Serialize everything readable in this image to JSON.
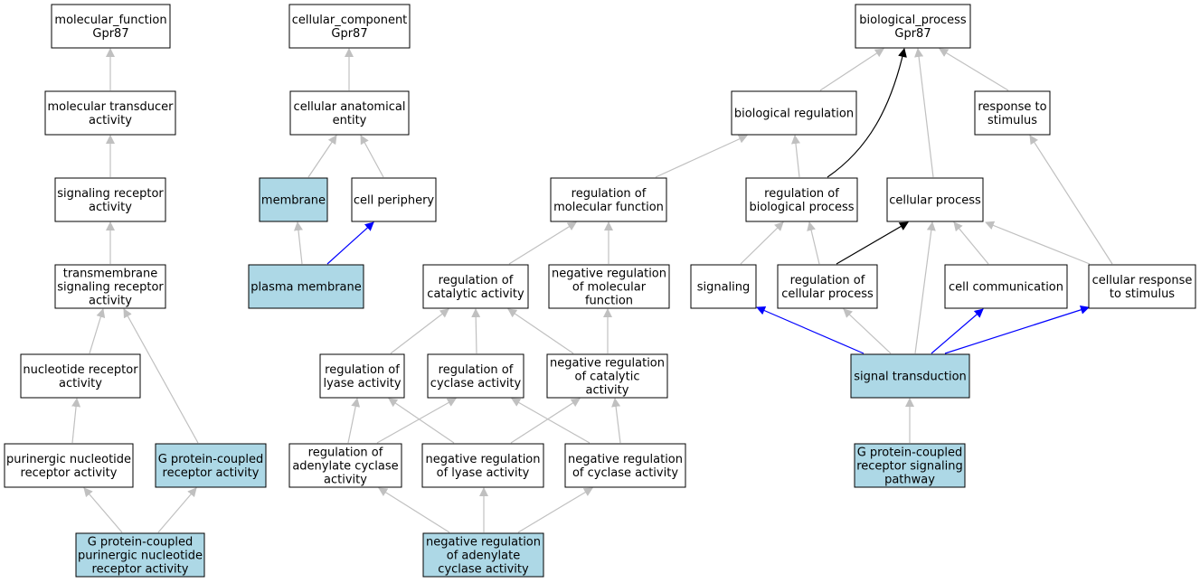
{
  "colors": {
    "default_fill": "#ffffff",
    "highlight_fill": "#add8e6",
    "edge_default": "#c0c0c0",
    "edge_blue": "#0000ff",
    "edge_black": "#000000"
  },
  "nodes": [
    {
      "id": "mf_root",
      "lines": [
        "molecular_function",
        "Gpr87"
      ],
      "highlight": false
    },
    {
      "id": "mol_transducer",
      "lines": [
        "molecular transducer",
        "activity"
      ],
      "highlight": false
    },
    {
      "id": "sig_receptor",
      "lines": [
        "signaling receptor",
        "activity"
      ],
      "highlight": false
    },
    {
      "id": "tm_sig_receptor",
      "lines": [
        "transmembrane",
        "signaling receptor",
        "activity"
      ],
      "highlight": false
    },
    {
      "id": "nuc_receptor",
      "lines": [
        "nucleotide receptor",
        "activity"
      ],
      "highlight": false
    },
    {
      "id": "purinergic_nuc",
      "lines": [
        "purinergic nucleotide",
        "receptor activity"
      ],
      "highlight": false
    },
    {
      "id": "gpcr_activity",
      "lines": [
        "G protein-coupled",
        "receptor activity"
      ],
      "highlight": true
    },
    {
      "id": "gpcr_purinergic",
      "lines": [
        "G protein-coupled",
        "purinergic nucleotide",
        "receptor activity"
      ],
      "highlight": true
    },
    {
      "id": "cc_root",
      "lines": [
        "cellular_component",
        "Gpr87"
      ],
      "highlight": false
    },
    {
      "id": "cell_anat",
      "lines": [
        "cellular anatomical",
        "entity"
      ],
      "highlight": false
    },
    {
      "id": "membrane",
      "lines": [
        "membrane"
      ],
      "highlight": true
    },
    {
      "id": "cell_periphery",
      "lines": [
        "cell periphery"
      ],
      "highlight": false
    },
    {
      "id": "plasma_membrane",
      "lines": [
        "plasma membrane"
      ],
      "highlight": true
    },
    {
      "id": "reg_mol_func",
      "lines": [
        "regulation of",
        "molecular function"
      ],
      "highlight": false
    },
    {
      "id": "reg_cat",
      "lines": [
        "regulation of",
        "catalytic activity"
      ],
      "highlight": false
    },
    {
      "id": "neg_reg_mol_func",
      "lines": [
        "negative regulation",
        "of molecular",
        "function"
      ],
      "highlight": false
    },
    {
      "id": "reg_lyase",
      "lines": [
        "regulation of",
        "lyase activity"
      ],
      "highlight": false
    },
    {
      "id": "reg_cyclase",
      "lines": [
        "regulation of",
        "cyclase activity"
      ],
      "highlight": false
    },
    {
      "id": "neg_reg_cat",
      "lines": [
        "negative regulation",
        "of catalytic",
        "activity"
      ],
      "highlight": false
    },
    {
      "id": "reg_adenylate",
      "lines": [
        "regulation of",
        "adenylate cyclase",
        "activity"
      ],
      "highlight": false
    },
    {
      "id": "neg_reg_lyase",
      "lines": [
        "negative regulation",
        "of lyase activity"
      ],
      "highlight": false
    },
    {
      "id": "neg_reg_cyclase",
      "lines": [
        "negative regulation",
        "of cyclase activity"
      ],
      "highlight": false
    },
    {
      "id": "neg_reg_adenylate",
      "lines": [
        "negative regulation",
        "of adenylate",
        "cyclase activity"
      ],
      "highlight": true
    },
    {
      "id": "bp_root",
      "lines": [
        "biological_process",
        "Gpr87"
      ],
      "highlight": false
    },
    {
      "id": "bio_reg",
      "lines": [
        "biological regulation"
      ],
      "highlight": false
    },
    {
      "id": "resp_stim",
      "lines": [
        "response to",
        "stimulus"
      ],
      "highlight": false
    },
    {
      "id": "reg_bio_proc",
      "lines": [
        "regulation of",
        "biological process"
      ],
      "highlight": false
    },
    {
      "id": "cell_proc",
      "lines": [
        "cellular process"
      ],
      "highlight": false
    },
    {
      "id": "signaling",
      "lines": [
        "signaling"
      ],
      "highlight": false
    },
    {
      "id": "reg_cell_proc",
      "lines": [
        "regulation of",
        "cellular process"
      ],
      "highlight": false
    },
    {
      "id": "cell_comm",
      "lines": [
        "cell communication"
      ],
      "highlight": false
    },
    {
      "id": "cell_resp_stim",
      "lines": [
        "cellular response",
        "to stimulus"
      ],
      "highlight": false
    },
    {
      "id": "sig_transduction",
      "lines": [
        "signal transduction"
      ],
      "highlight": true
    },
    {
      "id": "gpcr_pathway",
      "lines": [
        "G protein-coupled",
        "receptor signaling",
        "pathway"
      ],
      "highlight": true
    }
  ],
  "edges": [
    {
      "from": "mol_transducer",
      "to": "mf_root",
      "style": "default"
    },
    {
      "from": "sig_receptor",
      "to": "mol_transducer",
      "style": "default"
    },
    {
      "from": "tm_sig_receptor",
      "to": "sig_receptor",
      "style": "default"
    },
    {
      "from": "nuc_receptor",
      "to": "tm_sig_receptor",
      "style": "default"
    },
    {
      "from": "gpcr_activity",
      "to": "tm_sig_receptor",
      "style": "default"
    },
    {
      "from": "purinergic_nuc",
      "to": "nuc_receptor",
      "style": "default"
    },
    {
      "from": "gpcr_purinergic",
      "to": "purinergic_nuc",
      "style": "default"
    },
    {
      "from": "gpcr_purinergic",
      "to": "gpcr_activity",
      "style": "default"
    },
    {
      "from": "cell_anat",
      "to": "cc_root",
      "style": "default"
    },
    {
      "from": "membrane",
      "to": "cell_anat",
      "style": "default"
    },
    {
      "from": "cell_periphery",
      "to": "cell_anat",
      "style": "default"
    },
    {
      "from": "plasma_membrane",
      "to": "membrane",
      "style": "default"
    },
    {
      "from": "plasma_membrane",
      "to": "cell_periphery",
      "style": "blue"
    },
    {
      "from": "reg_mol_func",
      "to": "bio_reg",
      "style": "default"
    },
    {
      "from": "reg_cat",
      "to": "reg_mol_func",
      "style": "default"
    },
    {
      "from": "neg_reg_mol_func",
      "to": "reg_mol_func",
      "style": "default"
    },
    {
      "from": "reg_lyase",
      "to": "reg_cat",
      "style": "default"
    },
    {
      "from": "reg_cyclase",
      "to": "reg_cat",
      "style": "default"
    },
    {
      "from": "neg_reg_cat",
      "to": "reg_cat",
      "style": "default"
    },
    {
      "from": "neg_reg_cat",
      "to": "neg_reg_mol_func",
      "style": "default"
    },
    {
      "from": "reg_adenylate",
      "to": "reg_lyase",
      "style": "default"
    },
    {
      "from": "reg_adenylate",
      "to": "reg_cyclase",
      "style": "default"
    },
    {
      "from": "neg_reg_lyase",
      "to": "reg_lyase",
      "style": "default"
    },
    {
      "from": "neg_reg_lyase",
      "to": "neg_reg_cat",
      "style": "default"
    },
    {
      "from": "neg_reg_cyclase",
      "to": "reg_cyclase",
      "style": "default"
    },
    {
      "from": "neg_reg_cyclase",
      "to": "neg_reg_cat",
      "style": "default"
    },
    {
      "from": "neg_reg_adenylate",
      "to": "reg_adenylate",
      "style": "default"
    },
    {
      "from": "neg_reg_adenylate",
      "to": "neg_reg_lyase",
      "style": "default"
    },
    {
      "from": "neg_reg_adenylate",
      "to": "neg_reg_cyclase",
      "style": "default"
    },
    {
      "from": "bio_reg",
      "to": "bp_root",
      "style": "default"
    },
    {
      "from": "resp_stim",
      "to": "bp_root",
      "style": "default"
    },
    {
      "from": "reg_bio_proc",
      "to": "bio_reg",
      "style": "default"
    },
    {
      "from": "reg_bio_proc",
      "to": "bp_root",
      "style": "black"
    },
    {
      "from": "cell_proc",
      "to": "bp_root",
      "style": "default"
    },
    {
      "from": "signaling",
      "to": "reg_bio_proc",
      "style": "default"
    },
    {
      "from": "reg_cell_proc",
      "to": "reg_bio_proc",
      "style": "default"
    },
    {
      "from": "reg_cell_proc",
      "to": "cell_proc",
      "style": "black"
    },
    {
      "from": "cell_comm",
      "to": "cell_proc",
      "style": "default"
    },
    {
      "from": "cell_resp_stim",
      "to": "cell_proc",
      "style": "default"
    },
    {
      "from": "cell_resp_stim",
      "to": "resp_stim",
      "style": "default"
    },
    {
      "from": "sig_transduction",
      "to": "signaling",
      "style": "blue"
    },
    {
      "from": "sig_transduction",
      "to": "reg_cell_proc",
      "style": "default"
    },
    {
      "from": "sig_transduction",
      "to": "cell_proc",
      "style": "default"
    },
    {
      "from": "sig_transduction",
      "to": "cell_comm",
      "style": "blue"
    },
    {
      "from": "sig_transduction",
      "to": "cell_resp_stim",
      "style": "blue"
    },
    {
      "from": "gpcr_pathway",
      "to": "sig_transduction",
      "style": "default"
    }
  ]
}
